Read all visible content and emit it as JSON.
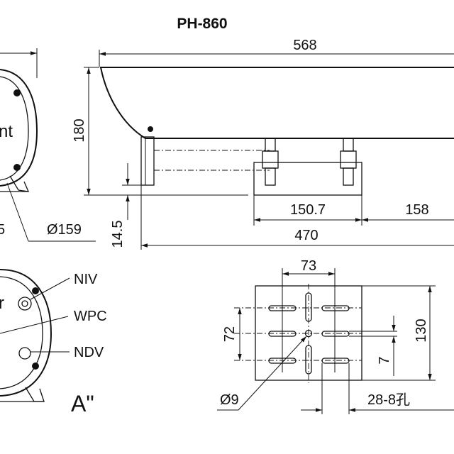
{
  "drawing": {
    "title": "PH-860",
    "side_view": {
      "length": "568",
      "height": "180",
      "foot_offset": "14.5",
      "mount_width": "150.7",
      "mount_to_end": "158",
      "overall": "470"
    },
    "front_view": {
      "diameter": "Ø159",
      "partial_dim": "5",
      "label_fragment": "nt"
    },
    "rear_view": {
      "label_fragment": "r",
      "view_label": "A\"",
      "callouts": [
        "NIV",
        "WPC",
        "NDV"
      ]
    },
    "plate_view": {
      "hole_spacing_x": "73",
      "hole_spacing_y": "72",
      "height": "130",
      "slot_offset": "7",
      "hole_diameter": "Ø9",
      "holes_note": "28-8孔"
    }
  }
}
